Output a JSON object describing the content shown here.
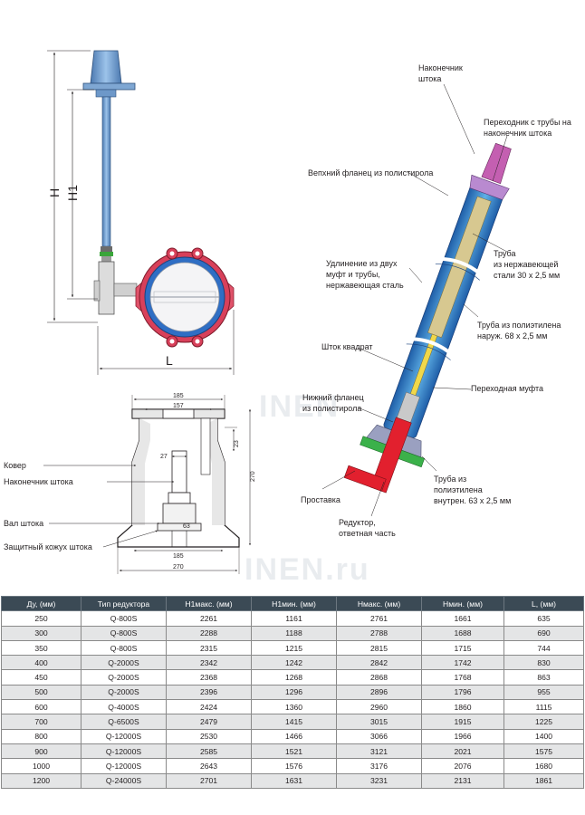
{
  "watermarks": [
    "INEN",
    "INEN.ru"
  ],
  "left_drawing": {
    "dim_H": "H",
    "dim_H1": "H1",
    "dim_L": "L"
  },
  "cover_drawing": {
    "dims": {
      "d185_top": "185",
      "d157": "157",
      "d23": "23",
      "d27": "27",
      "d270_right": "270",
      "d63": "63",
      "d185_bottom": "185",
      "d270_bottom": "270"
    },
    "labels": {
      "cover": "Ковер",
      "stem_tip": "Наконечник штока",
      "stem_shaft": "Вал штока",
      "stem_casing": "Защитный кожух штока"
    }
  },
  "stem_assembly": {
    "labels": {
      "stem_tip": "Наконечник\nштока",
      "adapter": "Переходник с трубы на\nнаконечник штока",
      "upper_flange": "Вепхний фланец из полистирола",
      "extension": "Удлинение из двух\nмуфт и трубы,\nнержавеющая сталь",
      "steel_tube": "Труба\nиз нержавеющей\nстали 30 х 2,5 мм",
      "outer_pe_tube": "Труба из полиэтилена\nнаруж. 68 х 2,5 мм",
      "square_stem": "Шток квадрат",
      "transition_coupling": "Переходная муфта",
      "lower_flange": "Нижний фланец\nиз полистирола",
      "inner_pe_tube": "Труба из\nполиэтилена\nвнутрен. 63 х 2,5 мм",
      "spacer": "Проставка",
      "reducer_part": "Редуктор,\nответная часть"
    }
  },
  "table": {
    "headers": [
      "Ду, (мм)",
      "Тип редуктора",
      "H1макс. (мм)",
      "H1мин. (мм)",
      "Нмакс. (мм)",
      "Нмин. (мм)",
      "L, (мм)"
    ],
    "rows": [
      [
        "250",
        "Q-800S",
        "2261",
        "1161",
        "2761",
        "1661",
        "635"
      ],
      [
        "300",
        "Q-800S",
        "2288",
        "1188",
        "2788",
        "1688",
        "690"
      ],
      [
        "350",
        "Q-800S",
        "2315",
        "1215",
        "2815",
        "1715",
        "744"
      ],
      [
        "400",
        "Q-2000S",
        "2342",
        "1242",
        "2842",
        "1742",
        "830"
      ],
      [
        "450",
        "Q-2000S",
        "2368",
        "1268",
        "2868",
        "1768",
        "863"
      ],
      [
        "500",
        "Q-2000S",
        "2396",
        "1296",
        "2896",
        "1796",
        "955"
      ],
      [
        "600",
        "Q-4000S",
        "2424",
        "1360",
        "2960",
        "1860",
        "1115"
      ],
      [
        "700",
        "Q-6500S",
        "2479",
        "1415",
        "3015",
        "1915",
        "1225"
      ],
      [
        "800",
        "Q-12000S",
        "2530",
        "1466",
        "3066",
        "1966",
        "1400"
      ],
      [
        "900",
        "Q-12000S",
        "2585",
        "1521",
        "3121",
        "2021",
        "1575"
      ],
      [
        "1000",
        "Q-12000S",
        "2643",
        "1576",
        "3176",
        "2076",
        "1680"
      ],
      [
        "1200",
        "Q-24000S",
        "2701",
        "1631",
        "3231",
        "2131",
        "1861"
      ]
    ]
  }
}
